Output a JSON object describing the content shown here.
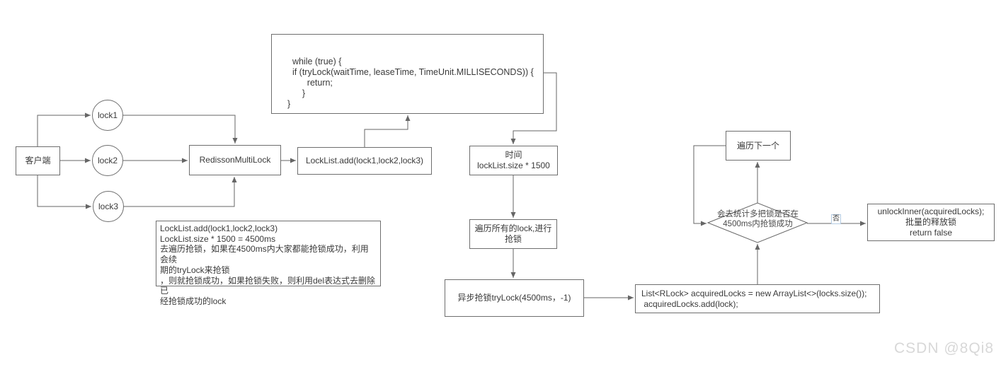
{
  "diagram": {
    "code_box": "  while (true) {\n  if (tryLock(waitTime, leaseTime, TimeUnit.MILLISECONDS)) {\n        return;\n      }\n}",
    "client": "客户端",
    "locks": [
      "lock1",
      "lock2",
      "lock3"
    ],
    "multilock": "RedissonMultiLock",
    "locklist": "LockList.add(lock1,lock2,lock3)",
    "note": "LockList.add(lock1,lock2,lock3)\nLockList.size * 1500 = 4500ms\n去遍历抢锁，如果在4500ms内大家都能抢锁成功，利用会续\n期的tryLock来抢锁\n，则就抢锁成功，如果抢锁失败，则利用del表达式去删除已\n经抢锁成功的lock",
    "time_box": "时间\nlockList.size * 1500",
    "traverse_box": "遍历所有的lock,进行\n抢锁",
    "async_box": "异步抢锁tryLock(4500ms，-1)",
    "acquired_box": "List<RLock> acquiredLocks = new ArrayList<>(locks.size());\n acquiredLocks.add(lock);",
    "decision": "会去统计多把锁是否在\n4500ms内抢锁成功",
    "next_box": "遍历下一个",
    "unlock_box": "unlockInner(acquiredLocks);\n批量的释放锁\nreturn false",
    "edge_label_no": "否",
    "watermark": "CSDN @8Qi8"
  },
  "colors": {
    "stroke": "#666666",
    "node_border": "#6e6e6e",
    "text": "#3a3a3a",
    "watermark": "#d8d8d8",
    "background": "#ffffff"
  }
}
